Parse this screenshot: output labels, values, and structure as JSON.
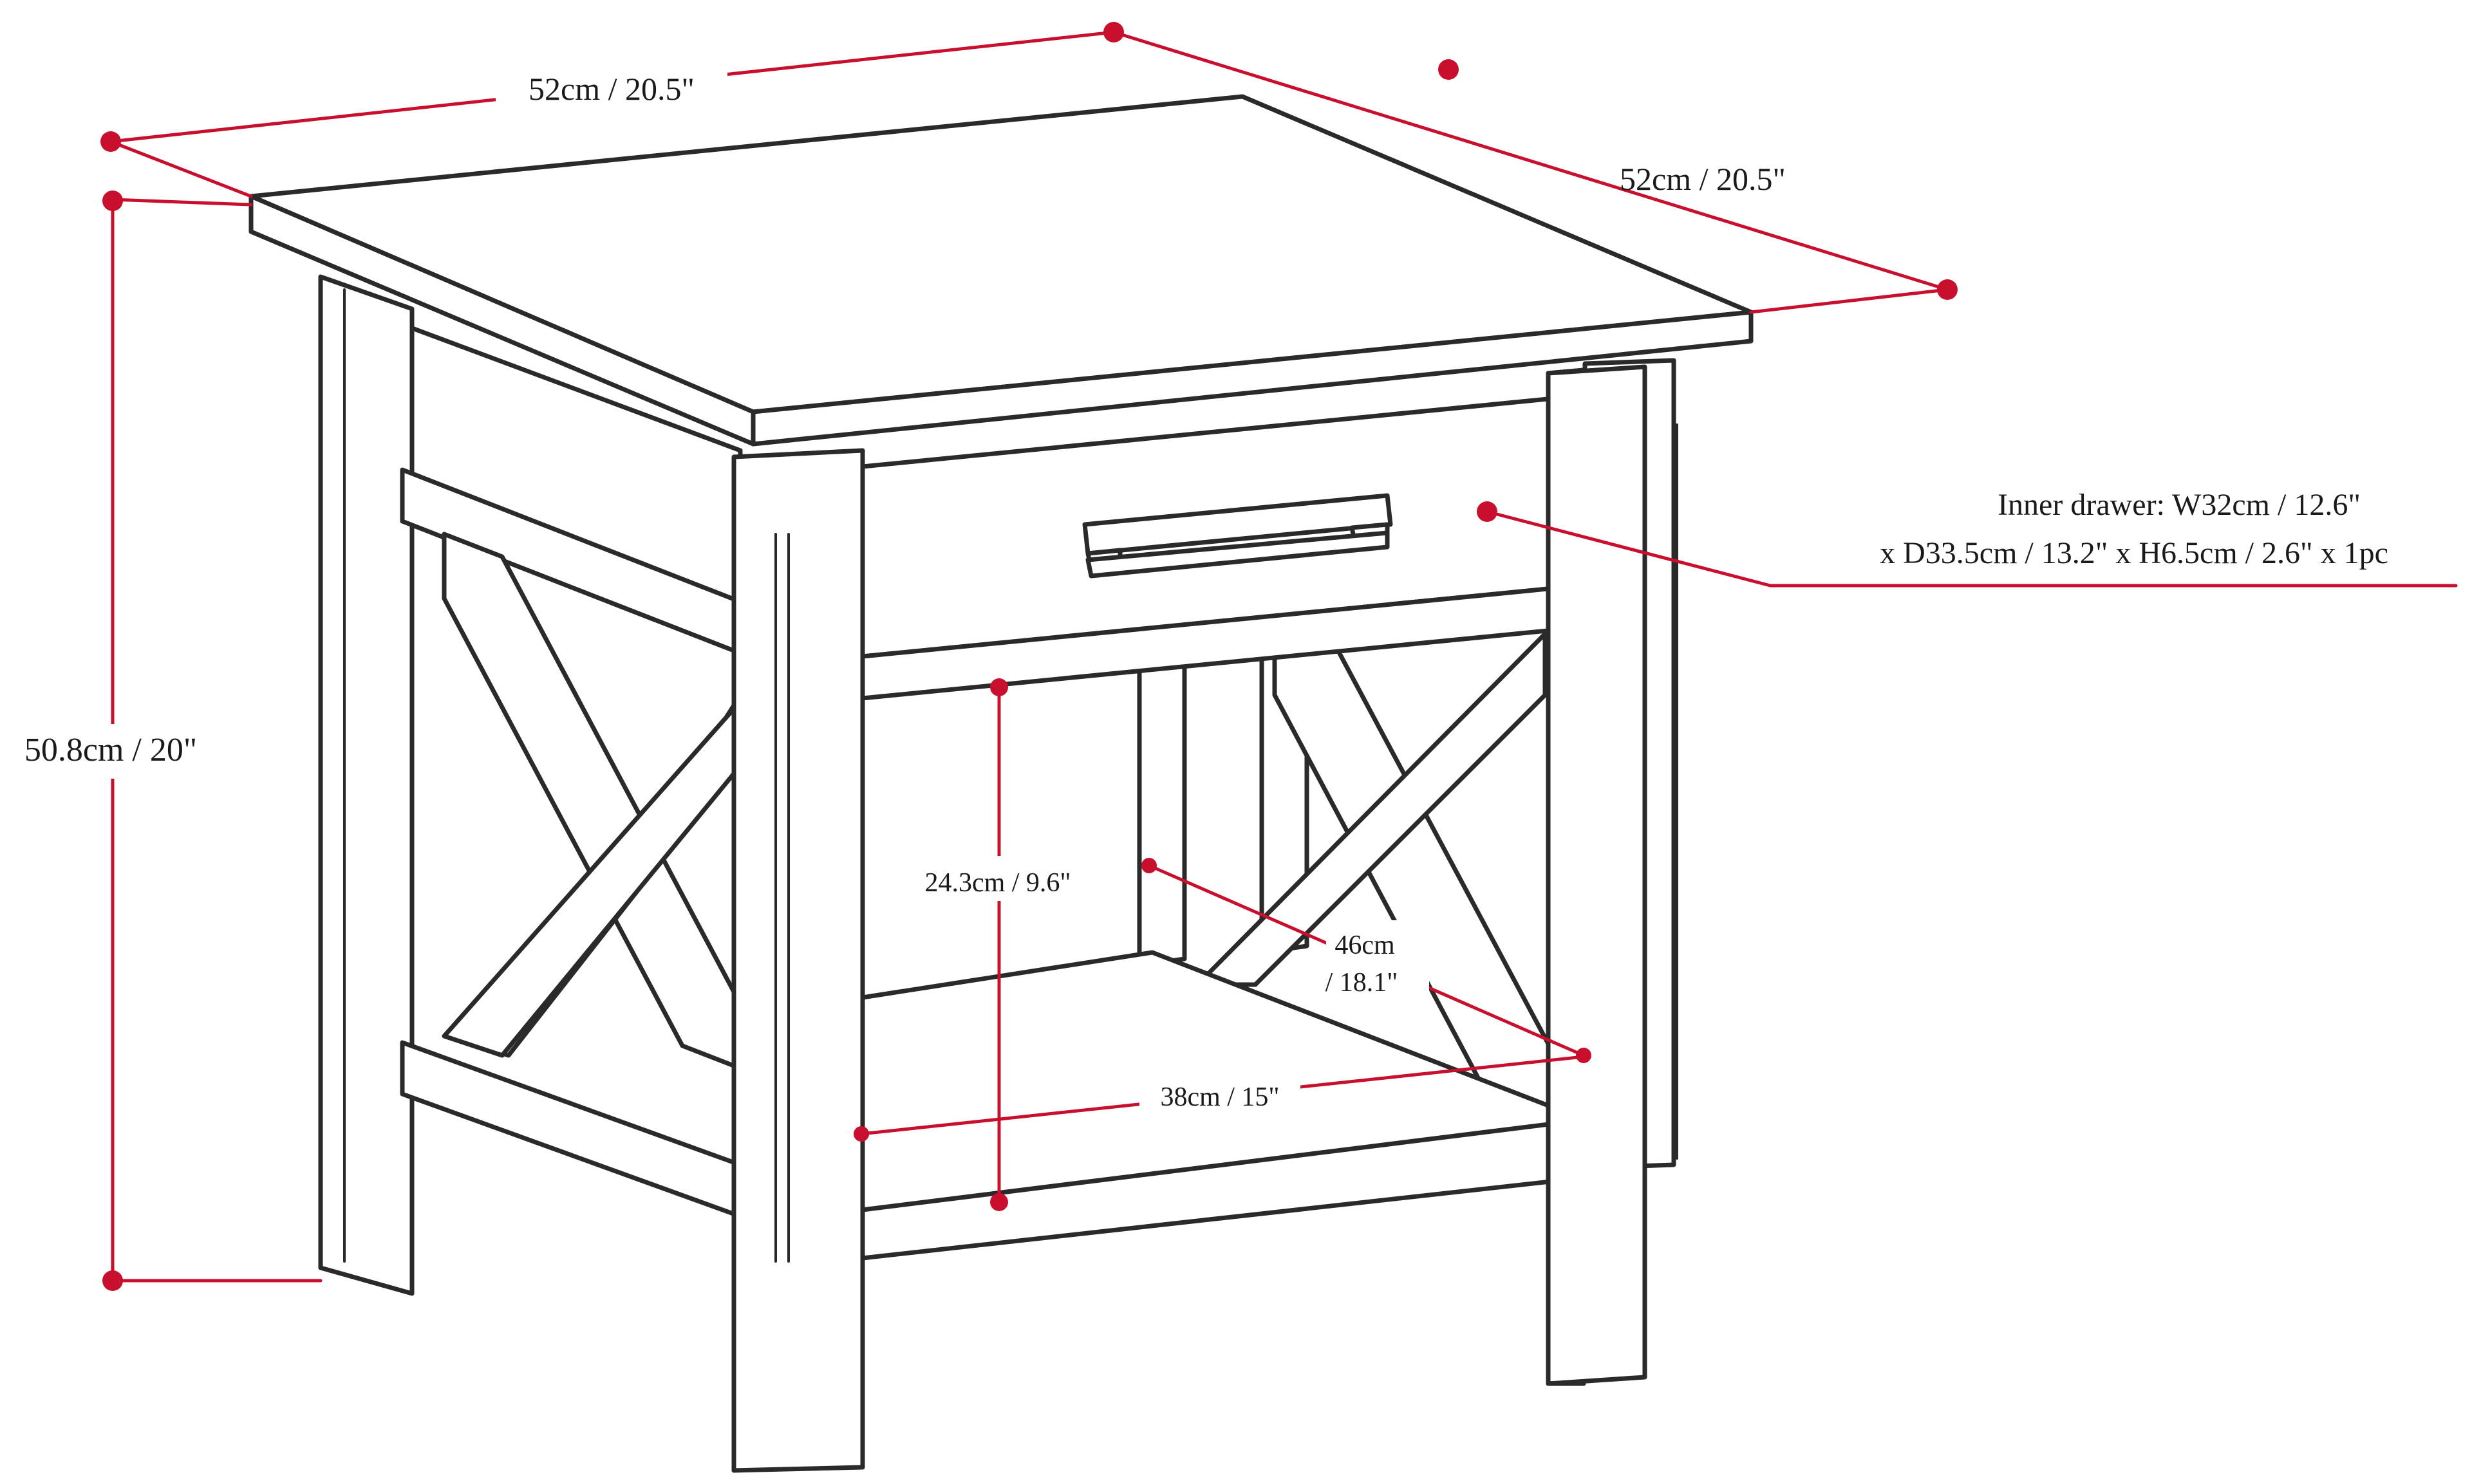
{
  "accent_color": "#c8102e",
  "dimensions": {
    "top_width": "52cm / 20.5\"",
    "top_depth": "52cm / 20.5\"",
    "height": "50.8cm / 20\"",
    "drawer_line1": "Inner drawer: W32cm / 12.6\"",
    "drawer_line2": "x D33.5cm / 13.2\" x H6.5cm / 2.6\" x 1pc",
    "shelf_clearance": "24.3cm / 9.6\"",
    "shelf_depth_line1": "46cm",
    "shelf_depth_line2": "/ 18.1\"",
    "shelf_width": "38cm / 15\""
  }
}
